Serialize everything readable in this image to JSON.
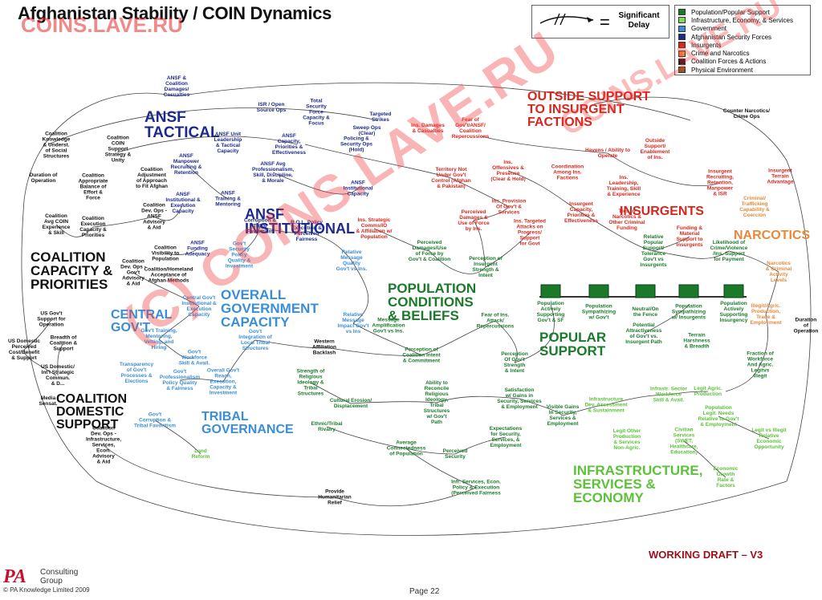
{
  "title": "Afghanistan Stability / COIN Dynamics",
  "watermark_top": "COINS.LAVE.RU",
  "watermark_diagonal": "(C) COINS.LAVE.RU",
  "delay_key": {
    "symbol": "=",
    "label": "Significant Delay"
  },
  "legend": [
    {
      "label": "Population/Popular Support",
      "color": "#1a7a2a"
    },
    {
      "label": "Infrastructure, Economy, & Services",
      "color": "#7ed957"
    },
    {
      "label": "Government",
      "color": "#3a8ed8"
    },
    {
      "label": "Afghanistan Security Forces",
      "color": "#1d2a8a"
    },
    {
      "label": "Insurgents",
      "color": "#d8261d"
    },
    {
      "label": "Crime and Narcotics",
      "color": "#e8893a"
    },
    {
      "label": "Coalition Forces & Actions",
      "color": "#111111"
    },
    {
      "label": "Physical Environment",
      "color": "#8a5a1a"
    }
  ],
  "clusters": {
    "ansf_tactical": "ANSF\nTACTICAL",
    "ansf_institutional": "ANSF\nINSTITUTIONAL",
    "outside_support": "OUTSIDE SUPPORT\nTO INSURGENT\nFACTIONS",
    "insurgents": "INSURGENTS",
    "narcotics": "NARCOTICS",
    "coalition_capacity": "COALITION\nCAPACITY &\nPRIORITIES",
    "overall_govt": "OVERALL\nGOVERNMENT\nCAPACITY",
    "central_govt": "CENTRAL\nGOV'T",
    "population": "POPULATION\nCONDITIONS\n& BELIEFS",
    "popular_support": "POPULAR\nSUPPORT",
    "coalition_domestic": "COALITION\nDOMESTIC\nSUPPORT",
    "tribal": "TRIBAL\nGOVERNANCE",
    "infrastructure": "INFRASTRUCTURE,\nSERVICES &\nECONOMY"
  },
  "support_stages": [
    "Population\nActively\nSupporting\nGov't & SF",
    "Population\nSympathizing\nw/ Gov't",
    "Neutral/On\nthe Fence",
    "Population\nSympathizing\nw/ Insurgents",
    "Population\nActively\nSupporting\nInsurgency"
  ],
  "nodes": {
    "n01": "ANSF &\nCoalition\nDamages/\nCasualties",
    "n02": "ISR / Open\nSource Ops",
    "n03": "Total\nSecurity\nForce\nCapacity &\nFocus",
    "n04": "Targeted\nStrikes",
    "n05": "Sweep Ops\n(Clear)",
    "n06": "Policing &\nSecurity Ops\n(Hold)",
    "n07": "Ins. Damages\n& Casualties",
    "n08": "Fear of\nGov't/ANSF/\nCoalition\nRepercussions",
    "n09": "Counter Narcotics/\nCrime Ops",
    "n10": "ANSF Unit\nLeadership\n& Tactical\nCapacity",
    "n11": "ANSF\nCapacity,\nPriorities &\nEffectiveness",
    "n12": "ANSF\nManpower\nRecruiting &\nRetention",
    "n13": "ANSF Avg\nProfessionalism,\nSkill, Discipline,\n& Morale",
    "n14": "ANSF\nTraining &\nMentoring",
    "n15": "ANSF\nInstitutional &\nExecution\nCapacity",
    "n16": "ANSF\nFunding\nAdequacy",
    "n17": "Corruption &\nTribal\nFavoritism",
    "n18": "R.O.L. Policy\nExecution &\nPerceived\nFairness",
    "n19": "Territory Not\nUnder Gov't\nControl (Afghan\n& Pakistan)",
    "n20": "Ins.\nOffensives &\nPresence\n(Clear & Hold)",
    "n21": "Havens / Ability to\nOperate",
    "n22": "Outside\nSupport/\nEnablement\nof Ins.",
    "n23": "Coordination\nAmong Ins.\nFactions",
    "n24": "Ins.\nLeadership,\nTraining, Skill\n& Experience",
    "n25": "Insurgent\nRecruiting,\nRetention,\nManpower\n& ISR",
    "n26": "Insurgent\nTerrain\nAdvantage",
    "n27": "Ins. Provision\nOf Gov't &\nServices",
    "n28": "Insurgent\nCapacity,\nPriorities &\nEffectiveness",
    "n29": "Ties to\nNarcotics &\nOther Criminal\nFunding",
    "n30": "Criminal/\nTrafficking\nCapability &\nCoercion",
    "n31": "Ins. Strategic\nComms/IO\n& Affiliation w/\nPopulation",
    "n32": "Perceived\nDamages &\nUse of Force\nby Ins.",
    "n33": "Ins. Targeted\nAttacks on\nProgress/\nSupport\nfor Govt",
    "n34": "Funding &\nMaterial\nSupport to\nInsurgents",
    "n35": "Perceived\nDamages/Use\nof Force by\nGov't & Coalition",
    "n36": "Perception of\nInsurgent\nStrength &\nIntent",
    "n37": "Relative\nPopular\nSupport/\nTolerance\nGov't vs\nInsurgents",
    "n38": "Likelihood of\nCrime/Violence\n/Ins. Support\nfor Payment",
    "n39": "Narcotics\n& Criminal\nActivity\nLevels",
    "n40": "Coalition\nKnowledge\n& Underst.\nof Social\nStructures",
    "n41": "Coalition\nCOIN\nSupport\nStrategy &\nUnity",
    "n42": "Duration of\nOperation",
    "n43": "Coalition\nAppropriate\nBalance of\nEffort &\nForce",
    "n44": "Coalition\nAdjustment\nof Approach\nto Fit Afghan",
    "n45": "Coalition\nAvg COIN\nExperience\n& Skill",
    "n46": "Coalition\nExecution\nCapacity &\nPriorities",
    "n47": "Coalition\nDev. Ops -\nANSF\nAdvisory\n& Aid",
    "n48": "Coalition\nVisibility to\nPopulation",
    "n49": "Coalition/Homeland\nAcceptance of\nAfghan Methods",
    "n50": "Coalition\nDev. Ops -\nGov't\nAdvisory\n& Aid",
    "n51": "Gov't\nSecurity\nPolicy\nQuality &\nInvestment",
    "n52": "Relative\nMessage\nQuality\nGov't vs Ins.",
    "n53": "Relative\nMessage\nImpact Gov't\nvs Ins",
    "n54": "Message\nAmplification\nGov't vs Ins.",
    "n55": "Central Gov't\nInstitutional &\nExecution\nCapacity",
    "n56": "Gov't Training,\nMentoring,\nVetting, and\nHiring",
    "n57": "Gov't\nWorkforce\nSkill & Avail.",
    "n58": "Transparency\nof Gov't\nProcesses &\nElections",
    "n59": "Gov't\nProfessionalism\nPolicy Quality\n& Fairness",
    "n60": "Gov't\nIntegration of\nLocal Tribal\nStructures",
    "n61": "Overall Gov't\nReach,\nExecution,\nCapacity &\nInvestment",
    "n62": "Western\nAffiliation\nBacklash",
    "n63": "Perception of\nCoalition Intent\n& Commitment",
    "n64": "Fear of Ins.\nAttack/\nRepercussions",
    "n65": "Perception\nOf Gov't\nStrength\n& Intent",
    "n66": "Potential\nAttractiveness\nof Gov't vs.\nInsurgent Path",
    "n67": "Terrain\nHarshness\n& Breadth",
    "n68": "Illegit/Agric.\nProduction,\nTrade &\nEmployment",
    "n69": "Fraction of\nWorkforce\nAnd Agric.\nLegitvs\nIllegit",
    "n70": "Duration\nof\nOperation",
    "n71": "US Gov't\nSupport for\nOperation",
    "n72": "Breadth of\nCoalition &\nSupport",
    "n73": "US Domestic\nPerceived\nCost/Benefit\n& Support",
    "n74": "US Domestic/\nInt'l Strategic\nCommun.\n& D...",
    "n75": "Media\nSensat.",
    "n76": "Strength of\nReligious\nIdeology &\nTribal\nStructures",
    "n77": "Cultural Erosion/\nDisplacement",
    "n78": "Ability to\nReconcile\nReligious\nIdeology,\nTribal\nStructures\nw/ Gov't\nPath",
    "n79": "Ethnic/Tribal\nRivalry",
    "n80": "Gov't\nCorruption &\nTribal Favoritism",
    "n81": "Satisfaction\nw/ Gains in\nSecurity, Services\n& Employment",
    "n82": "Visible Gains\nIn Security,\nServices &\nEmployment",
    "n83": "Expectations\nfor Security,\nServices, &\nEmployment",
    "n84": "Average\nConnectedness\nof Population",
    "n85": "Perceived\nSecurity",
    "n86": "Infrastructure\nDev. Assessment\n& Sustainment",
    "n87": "Infrastr. Sector\nWorkforce\nSkill & Avail.",
    "n88": "Legit Agric.\nProduction",
    "n89": "Population\nLegit. Needs\nRelative to Gov't\n& Employment",
    "n90": "Legit Other\nProduction\n& Services\nNon-Agric.",
    "n91": "Civilian\nServices\n(SWET,\nHealthcare,\nEducation)",
    "n92": "Legit vs Illegit\nRelative\nEconomic\nOpportunity",
    "n93": "Economic\nGrowth\nRate &\nFactors",
    "n94": "Infr. Services, Econ.\nPolicy & Execution\n(Perceived Fairness",
    "n95": "Provide\nHumanitarian\nRelief",
    "n96": "Coalition\nDev. Ops -\nInfrastructure,\nServices,\nEcon.\nAdvisory\n& Aid",
    "n97": "ANSF\nInstitutional\nCapacity",
    "n98": "Land\nReform"
  },
  "footer": {
    "logo": "PA",
    "company": "Consulting\nGroup",
    "copyright": "© PA Knowledge Limited 2009",
    "page": "Page 22",
    "draft": "WORKING DRAFT – V3"
  }
}
